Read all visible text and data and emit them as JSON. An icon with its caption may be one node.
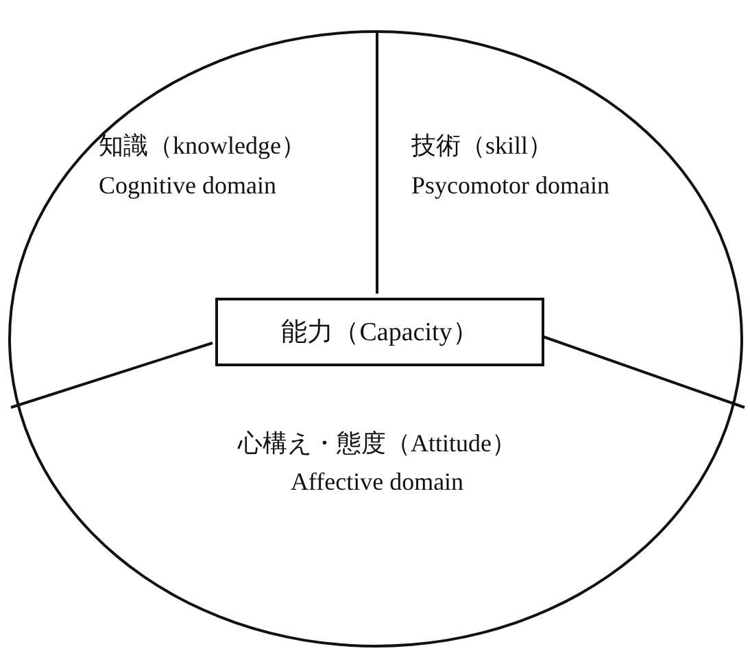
{
  "diagram": {
    "nodes": [
      {
        "text": [],
        "shape": "circle"
      },
      {
        "text": [
          "能力（Capacity）"
        ],
        "in": 0
      }
    ],
    "labels": [
      "知識（knowledge）",
      "Cognitive domain",
      "技術（skill）",
      "Psycomotor domain",
      "心構え・態度（Attitude）",
      "Affective domain"
    ]
  }
}
